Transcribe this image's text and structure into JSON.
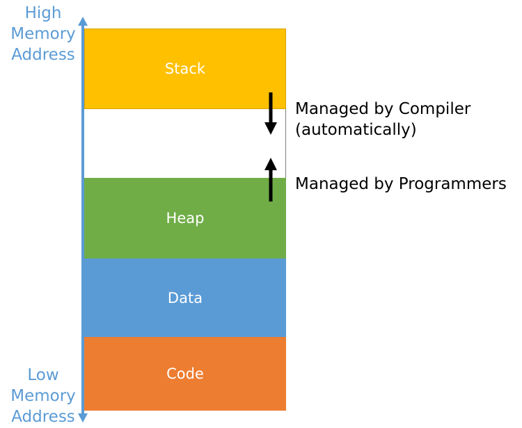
{
  "colors": {
    "axis": "#5b9bd5",
    "stack": "#ffc000",
    "heap": "#70ad47",
    "data": "#5b9bd5",
    "code": "#ed7d31",
    "arrow": "#000000"
  },
  "high_address": {
    "line1": "High",
    "line2": "Memory",
    "line3": "Address"
  },
  "low_address": {
    "line1": "Low",
    "line2": "Memory",
    "line3": "Address"
  },
  "segments": {
    "stack": "Stack",
    "heap": "Heap",
    "data": "Data",
    "code": "Code"
  },
  "annotations": {
    "compiler_line1": "Managed by Compiler",
    "compiler_line2": "(automatically)",
    "programmers": "Managed by Programmers"
  }
}
